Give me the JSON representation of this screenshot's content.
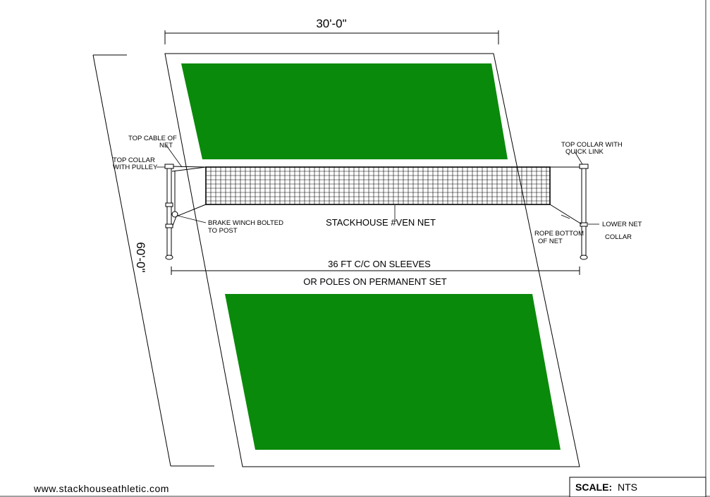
{
  "dimensions": {
    "court_width": "30'-0\"",
    "court_length": "60'-0\""
  },
  "labels": {
    "top_cable": [
      "TOP CABLE OF",
      "NET"
    ],
    "top_collar_pulley": [
      "TOP COLLAR",
      "WITH PULLEY"
    ],
    "brake_winch": [
      "BRAKE WINCH BOLTED",
      "TO POST"
    ],
    "net_name": "STACKHOUSE #VEN NET",
    "top_collar_quick_link": [
      "TOP COLLAR WITH",
      "QUICK LINK"
    ],
    "lower_net_collar": [
      "LOWER NET",
      "COLLAR"
    ],
    "rope_bottom": [
      "ROPE BOTTOM",
      "OF NET"
    ],
    "sleeves": "36 FT C/C ON SLEEVES",
    "permanent": "OR POLES ON PERMANENT SET"
  },
  "footer": {
    "website": "www.stackhouseathletic.com",
    "scale_label": "SCALE:",
    "scale_value": "NTS"
  },
  "colors": {
    "court_fill": "#0a8a0a",
    "line": "#000000"
  }
}
